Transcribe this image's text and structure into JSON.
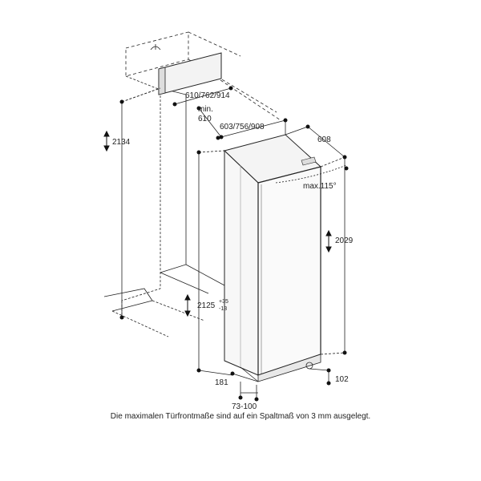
{
  "dimensions": {
    "niche_height": "2134",
    "niche_width_options": "610/762/914",
    "niche_depth_label": "min.",
    "niche_depth_value": "610",
    "door_width_options": "603/756/908",
    "appliance_depth": "608",
    "door_opening": "max.115°",
    "appliance_height": "2029",
    "installation_height": "2125",
    "tolerance_plus": "+35",
    "tolerance_minus": "-13",
    "plinth_depth": "181",
    "toe_kick_range": "73-100",
    "front_offset": "102"
  },
  "caption": "Die maximalen Türfrontmaße sind auf ein Spaltmaß von 3 mm ausgelegt."
}
